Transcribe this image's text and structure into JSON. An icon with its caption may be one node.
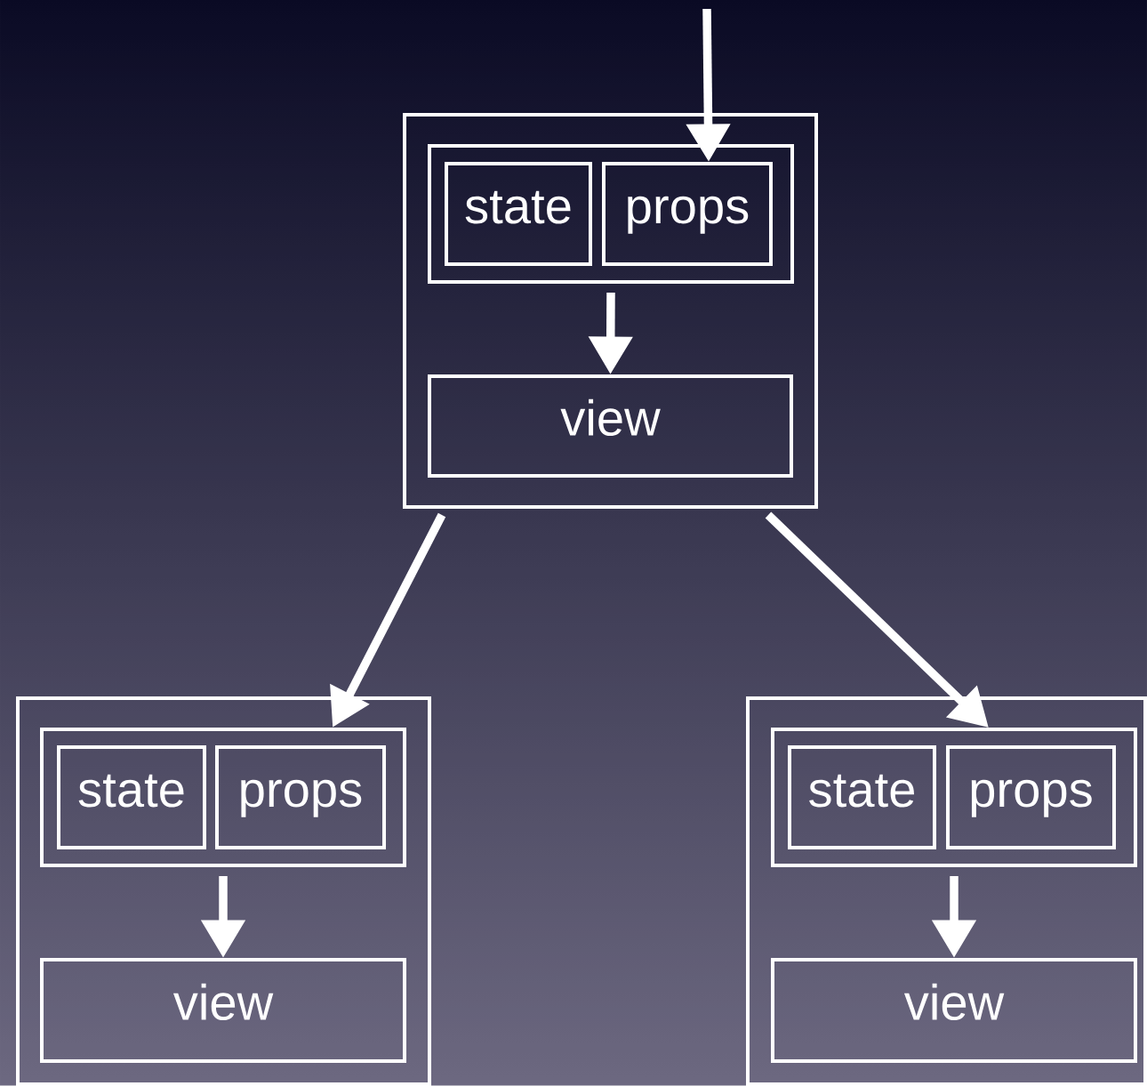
{
  "diagram": {
    "nodes": [
      {
        "text": [],
        "shape": "box"
      },
      {
        "text": [],
        "shape": "box",
        "in": 0
      },
      {
        "text": [
          "state"
        ],
        "in": 1
      },
      {
        "text": [
          "props"
        ],
        "in": 1
      },
      {
        "text": [
          "view"
        ],
        "in": 0
      },
      {
        "text": [],
        "shape": "box"
      },
      {
        "text": [],
        "shape": "box",
        "in": 5
      },
      {
        "text": [
          "state"
        ],
        "in": 6
      },
      {
        "text": [
          "props"
        ],
        "in": 6
      },
      {
        "text": [
          "view"
        ],
        "in": 5
      },
      {
        "text": [],
        "shape": "box"
      },
      {
        "text": [],
        "shape": "box",
        "in": 10
      },
      {
        "text": [
          "state"
        ],
        "in": 11
      },
      {
        "text": [
          "props"
        ],
        "in": 11
      },
      {
        "text": [
          "view"
        ],
        "in": 10
      }
    ],
    "edges": [
      {
        "from": null,
        "to": 3,
        "arrow": "to"
      },
      {
        "from": 1,
        "to": 4,
        "arrow": "to"
      },
      {
        "from": 0,
        "to": 6,
        "arrow": "to"
      },
      {
        "from": 0,
        "to": 11,
        "arrow": "to"
      },
      {
        "from": 6,
        "to": 9,
        "arrow": "to"
      },
      {
        "from": 11,
        "to": 14,
        "arrow": "to"
      }
    ]
  }
}
